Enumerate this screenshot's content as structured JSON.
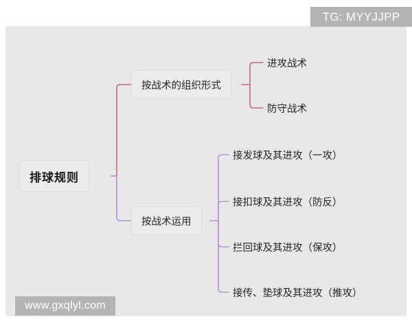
{
  "canvas": {
    "background_color": "#e8e8e8",
    "page_background_color": "#ffffff"
  },
  "watermarks": {
    "top_right": "TG: MYYJJPP",
    "bottom_left": "www.gxqlyl.com",
    "background_color": "#b4b4b4",
    "text_color": "#ffffff"
  },
  "mindmap": {
    "root": {
      "label": "排球规则"
    },
    "branches": [
      {
        "label": "按战术的组织形式",
        "connector_color": "#c2688f",
        "children": [
          {
            "label": "进攻战术"
          },
          {
            "label": "防守战术"
          }
        ]
      },
      {
        "label": "按战术运用",
        "connector_color": "#b692d8",
        "children": [
          {
            "label": "接发球及其进攻（一攻）"
          },
          {
            "label": "接扣球及其进攻（防反）"
          },
          {
            "label": "拦回球及其进攻（保攻）"
          },
          {
            "label": "接传、垫球及其进攻（推攻）"
          }
        ]
      }
    ]
  }
}
